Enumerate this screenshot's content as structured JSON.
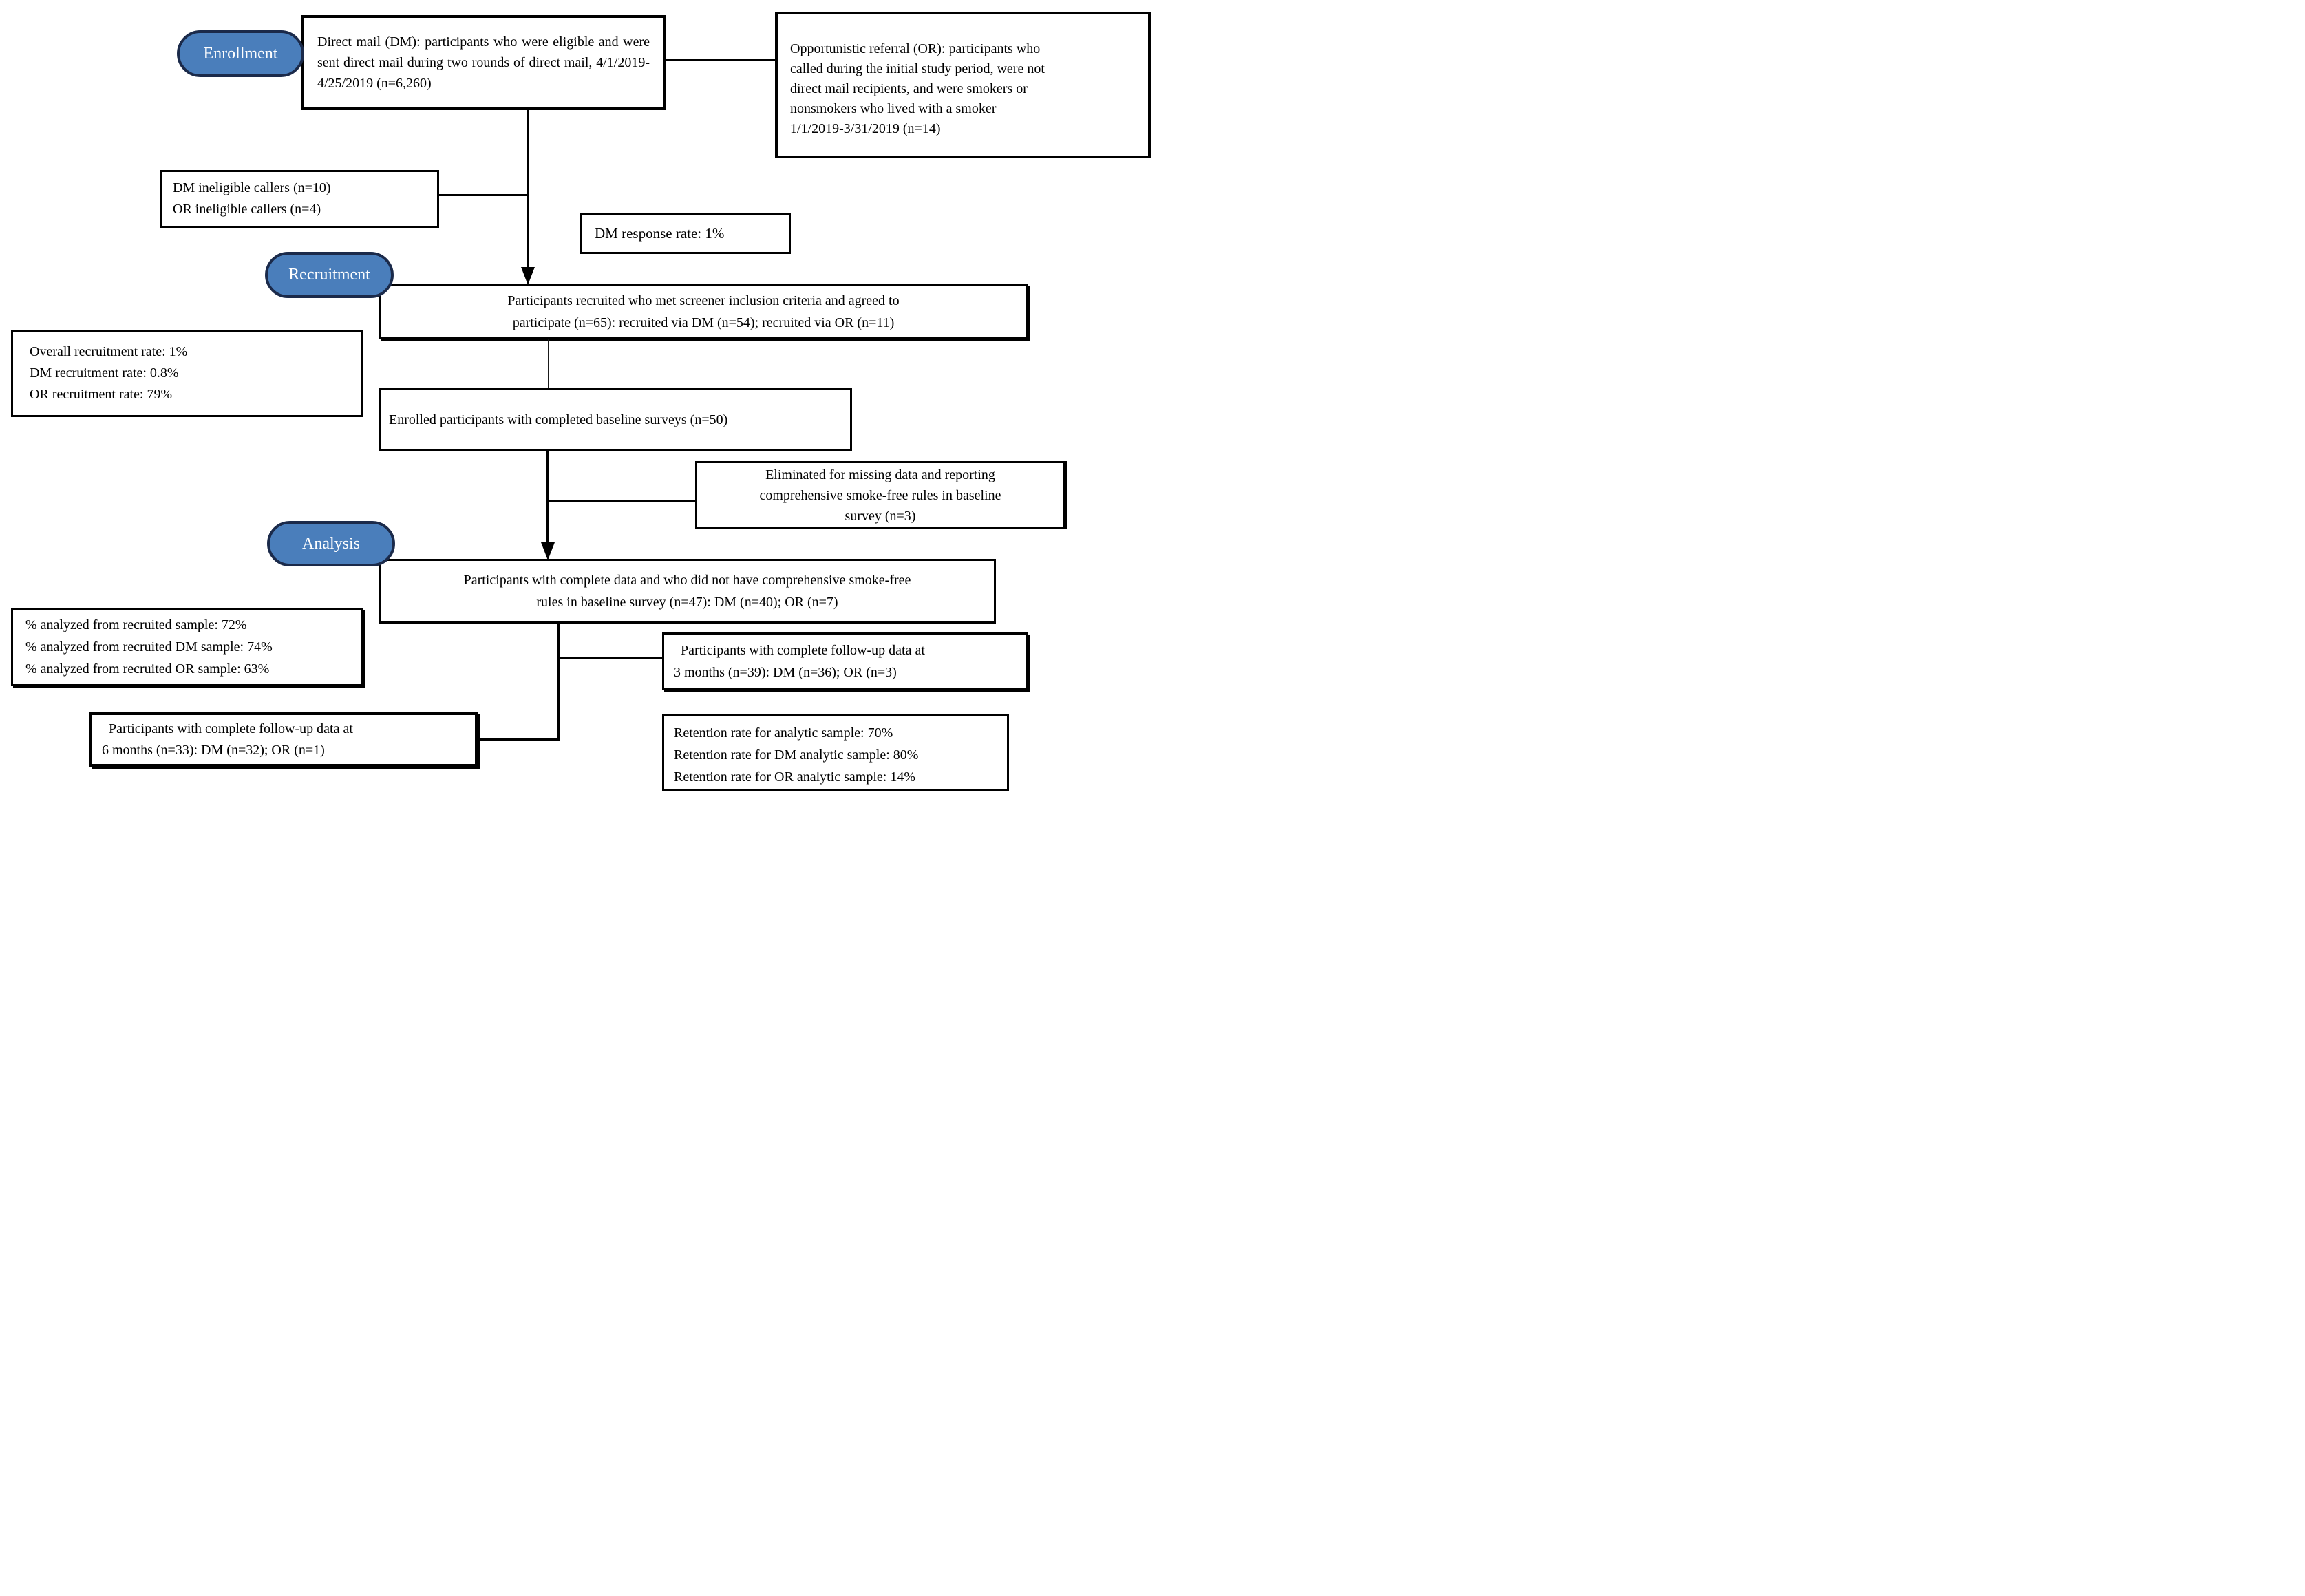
{
  "palette": {
    "line_color": "#000000",
    "pill_fill": "#4a7ebb",
    "pill_border": "#1b2a4a",
    "box_border": "#000000",
    "box_bg": "#ffffff",
    "text_color": "#000000",
    "pill_text_color": "#ffffff"
  },
  "stage_pills": {
    "enrollment": "Enrollment",
    "recruitment": "Recruitment",
    "analysis": "Analysis"
  },
  "boxes": {
    "direct_mail": {
      "text": "Direct mail (DM): participants who were eligible and were sent direct mail during two rounds of direct mail, 4/1/2019-4/25/2019 (n=6,260)"
    },
    "or_referral": {
      "lines": [
        "Opportunistic referral (OR): participants who",
        "called during the initial study period, were not",
        "direct mail recipients, and were smokers or",
        "nonsmokers who lived with a smoker",
        "1/1/2019-3/31/2019 (n=14)"
      ]
    },
    "ineligible": {
      "lines": [
        "DM ineligible callers (n=10)",
        "OR ineligible callers (n=4)"
      ]
    },
    "dm_response": {
      "text": "DM response rate: 1%"
    },
    "recruited": {
      "lines": [
        "Participants recruited who met screener inclusion criteria and agreed to",
        "participate (n=65): recruited via DM (n=54); recruited via OR (n=11)"
      ]
    },
    "recruitment_rates": {
      "lines": [
        "Overall recruitment rate: 1%",
        "DM recruitment rate: 0.8%",
        "OR recruitment rate: 79%"
      ]
    },
    "enrolled": {
      "text": "Enrolled participants with completed baseline surveys (n=50)"
    },
    "eliminated": {
      "lines": [
        "Eliminated for missing data and reporting",
        "comprehensive smoke-free rules in baseline",
        "survey (n=3)"
      ]
    },
    "analytic": {
      "lines": [
        "Participants with complete data and who did not have comprehensive smoke-free",
        "rules in baseline survey (n=47): DM (n=40); OR (n=7)"
      ]
    },
    "analyzed_rates": {
      "lines": [
        "% analyzed from recruited sample: 72%",
        "% analyzed from recruited DM sample: 74%",
        "% analyzed from recruited OR sample: 63%"
      ]
    },
    "followup_3mo": {
      "lines": [
        "Participants with complete follow-up data at",
        "3 months (n=39): DM (n=36); OR (n=3)"
      ]
    },
    "followup_6mo": {
      "lines": [
        "Participants with complete follow-up data at",
        "6 months (n=33): DM (n=32); OR (n=1)"
      ]
    },
    "retention_rates": {
      "lines": [
        "Retention rate for analytic sample: 70%",
        "Retention rate for DM analytic sample: 80%",
        "Retention rate for OR analytic sample: 14%"
      ]
    }
  }
}
